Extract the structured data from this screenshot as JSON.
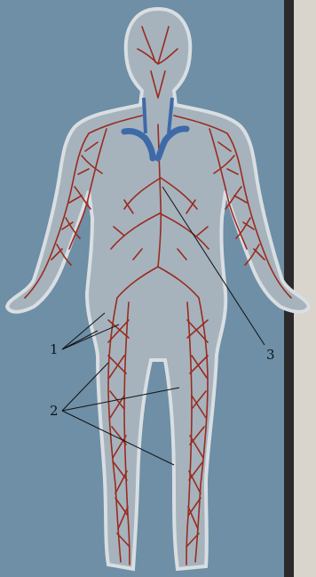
{
  "labels": {
    "one": "1",
    "two": "2",
    "three": "3"
  },
  "colors": {
    "background": "#6e8fa6",
    "body": "#a6b3bd",
    "body_outline": "#d9dee3",
    "vessel": "#9a2b1f",
    "veins": "#3f6aa8"
  }
}
